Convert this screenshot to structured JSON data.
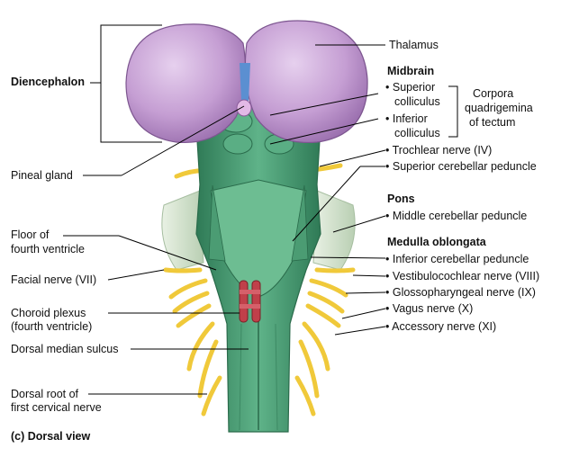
{
  "labels": {
    "diencephalon": "Diencephalon",
    "thalamus": "Thalamus",
    "midbrain": "Midbrain",
    "superior_colliculus_1": "Superior",
    "superior_colliculus_2": "colliculus",
    "inferior_colliculus_1": "Inferior",
    "inferior_colliculus_2": "colliculus",
    "corpora_1": "Corpora",
    "corpora_2": "quadrigemina",
    "corpora_3": "of tectum",
    "pineal_gland": "Pineal gland",
    "trochlear_nerve": "Trochlear nerve (IV)",
    "superior_cerebellar_peduncle": "Superior cerebellar peduncle",
    "pons": "Pons",
    "middle_cerebellar_peduncle": "Middle cerebellar peduncle",
    "floor_fourth_1": "Floor of",
    "floor_fourth_2": "fourth ventricle",
    "medulla_oblongata": "Medulla oblongata",
    "inferior_cerebellar_peduncle": "Inferior cerebellar peduncle",
    "facial_nerve": "Facial nerve (VII)",
    "vestibulocochlear_nerve": "Vestibulocochlear nerve (VIII)",
    "glossopharyngeal_nerve": "Glossopharyngeal nerve (IX)",
    "choroid_1": "Choroid plexus",
    "choroid_2": "(fourth ventricle)",
    "vagus_nerve": "Vagus nerve (X)",
    "accessory_nerve": "Accessory nerve (XI)",
    "dorsal_median_sulcus": "Dorsal median sulcus",
    "dorsal_root_1": "Dorsal root of",
    "dorsal_root_2": "first cervical nerve",
    "caption": "(c) Dorsal view"
  },
  "colors": {
    "thalamus": "#c9a3d6",
    "brainstem": "#4fa27a",
    "brainstem_light": "#8ed0aa",
    "nerve": "#f2d04a",
    "choroid": "#c0404a",
    "cerebellar_cut": "#d7e6cf"
  }
}
